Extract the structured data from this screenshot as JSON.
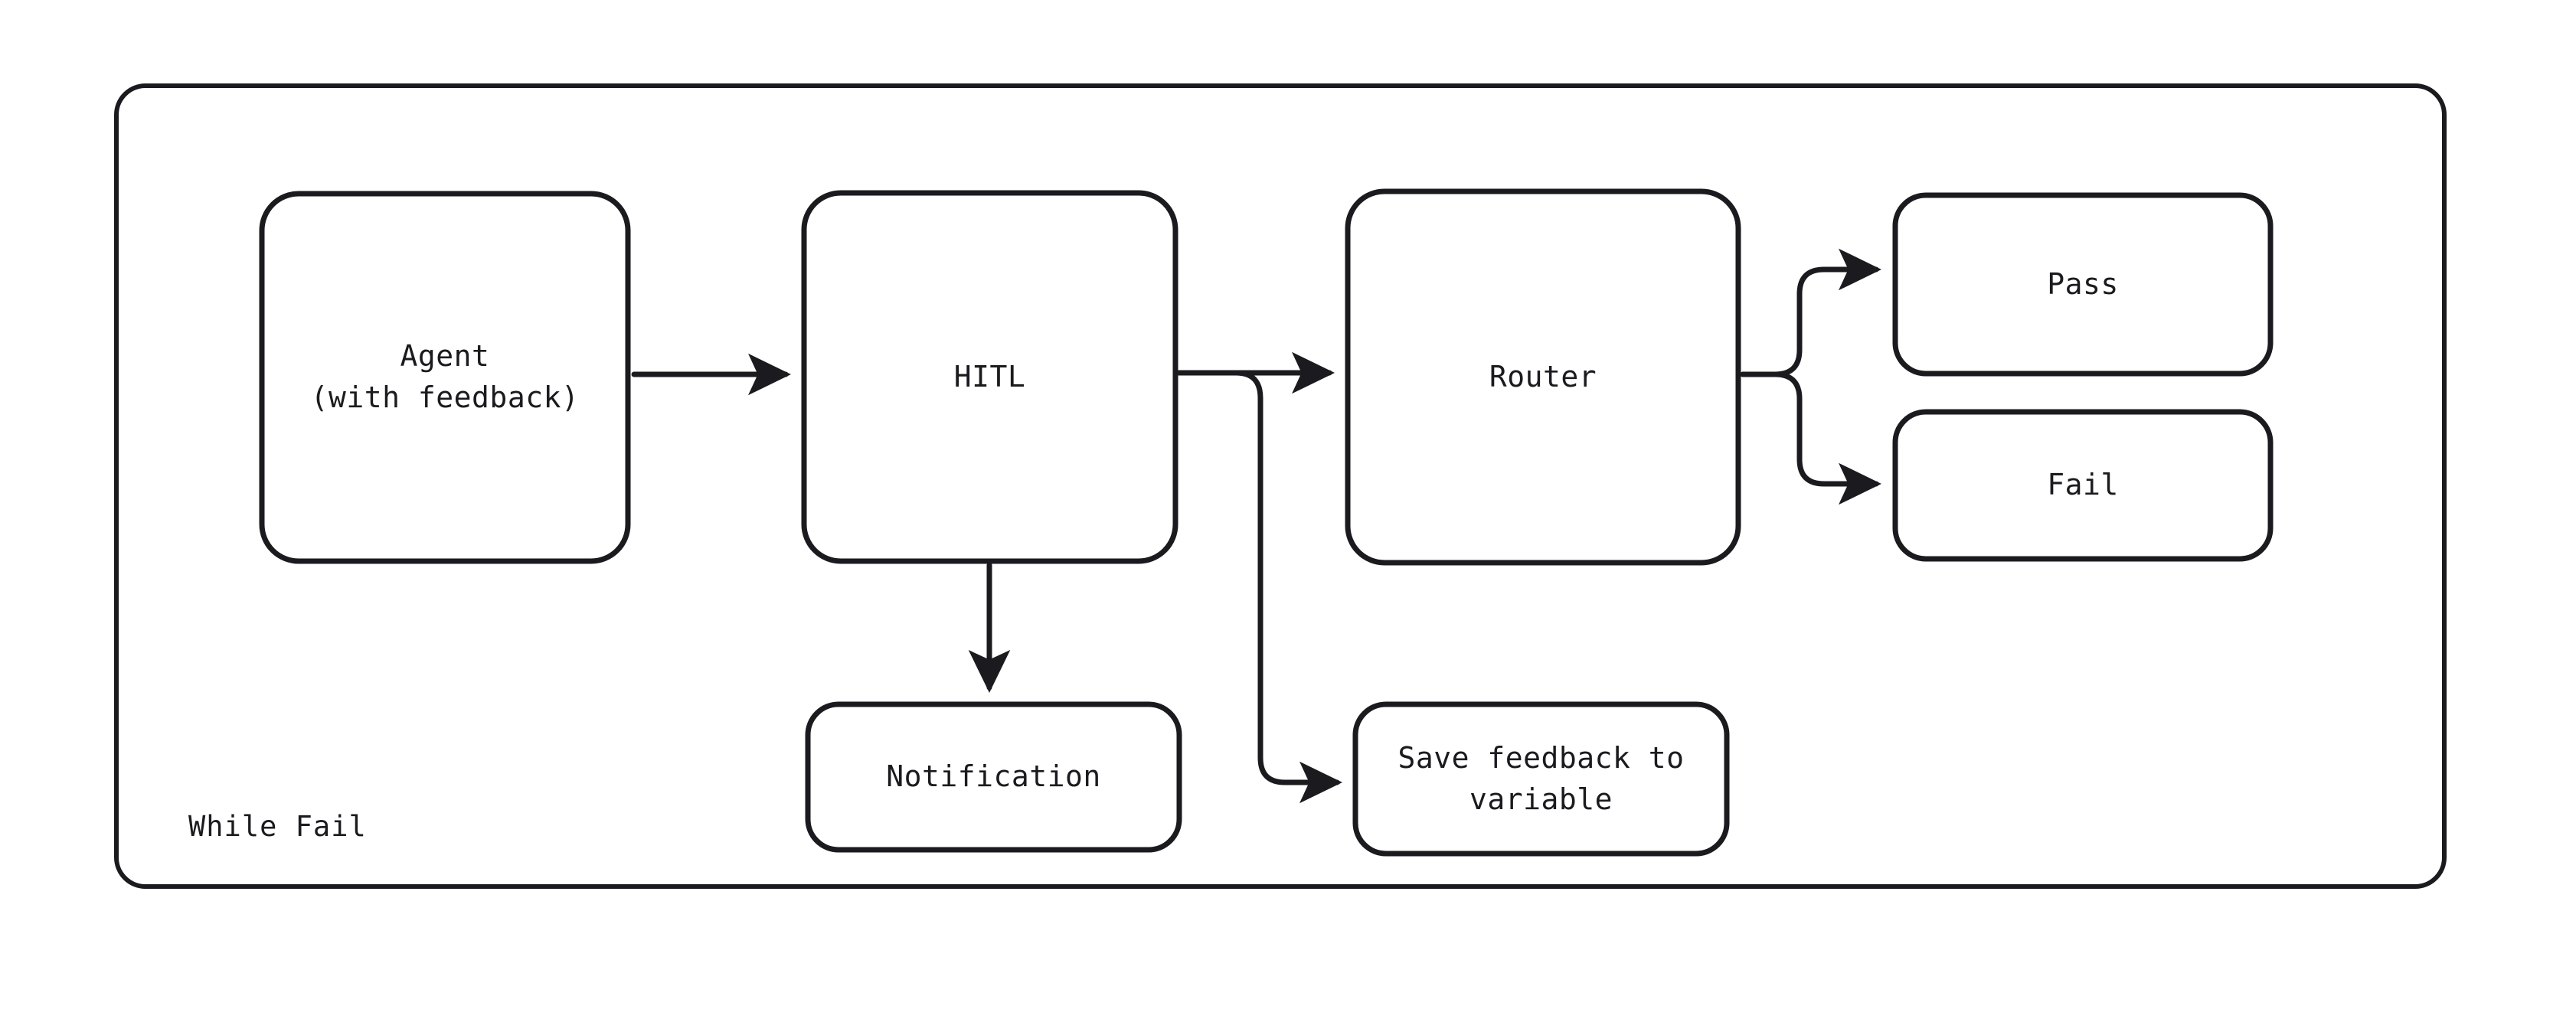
{
  "diagram": {
    "title": "While Fail loop with HITL agent feedback",
    "background_color": "#ffffff",
    "stroke_color": "#1b1b1f",
    "container": {
      "label": "While Fail",
      "name": "while-fail-loop-container"
    },
    "nodes": [
      {
        "id": "agent",
        "label": "Agent\n(with feedback)",
        "shape": "rounded-rect"
      },
      {
        "id": "hitl",
        "label": "HITL",
        "shape": "rounded-rect"
      },
      {
        "id": "router",
        "label": "Router",
        "shape": "rounded-rect"
      },
      {
        "id": "pass",
        "label": "Pass",
        "shape": "rounded-rect"
      },
      {
        "id": "fail",
        "label": "Fail",
        "shape": "rounded-rect"
      },
      {
        "id": "notification",
        "label": "Notification",
        "shape": "rounded-rect"
      },
      {
        "id": "save_feedback",
        "label": "Save feedback to\nvariable",
        "shape": "rounded-rect"
      }
    ],
    "edges": [
      {
        "from": "agent",
        "to": "hitl",
        "style": "arrow",
        "label": ""
      },
      {
        "from": "hitl",
        "to": "router",
        "style": "arrow",
        "label": ""
      },
      {
        "from": "hitl",
        "to": "notification",
        "style": "arrow",
        "label": ""
      },
      {
        "from": "hitl",
        "to": "save_feedback",
        "style": "arrow",
        "label": ""
      },
      {
        "from": "router",
        "to": "pass",
        "style": "arrow",
        "label": ""
      },
      {
        "from": "router",
        "to": "fail",
        "style": "arrow",
        "label": ""
      }
    ]
  }
}
